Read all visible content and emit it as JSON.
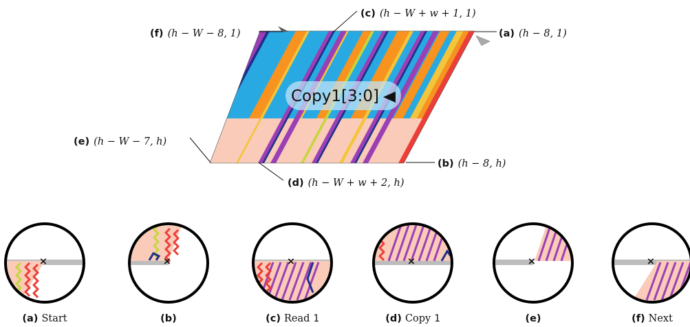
{
  "callouts": {
    "a": {
      "tag": "(a)",
      "expr": "(h − 8, 1)"
    },
    "b": {
      "tag": "(b)",
      "expr": "(h − 8, h)"
    },
    "c": {
      "tag": "(c)",
      "expr": "(h − W + w + 1, 1)"
    },
    "d": {
      "tag": "(d)",
      "expr": "(h − W + w + 2, h)"
    },
    "e": {
      "tag": "(e)",
      "expr": "(h − W − 7, h)"
    },
    "f": {
      "tag": "(f)",
      "expr": "(h − W − 8, 1)"
    }
  },
  "banner": {
    "name": "Copy1",
    "bracket": "[3:0]"
  },
  "panels": [
    {
      "tag": "(a)",
      "text": "Start",
      "code": ""
    },
    {
      "tag": "(b)",
      "text": "",
      "code": ""
    },
    {
      "tag": "(c)",
      "text": "Read",
      "code": "1"
    },
    {
      "tag": "(d)",
      "text": "Copy",
      "code": "1"
    },
    {
      "tag": "(e)",
      "text": "",
      "code": ""
    },
    {
      "tag": "(f)",
      "text": "Next",
      "code": ""
    }
  ],
  "colors": {
    "blue": "#29a9e1",
    "orange": "#f7931e",
    "purple": "#9b3fb5",
    "yellow": "#f4c53a",
    "peach": "#f9cbb8",
    "red": "#ec3e38",
    "lime": "#c4d73a",
    "navy": "#1d2f8a",
    "grey": "#bdbdbd"
  }
}
